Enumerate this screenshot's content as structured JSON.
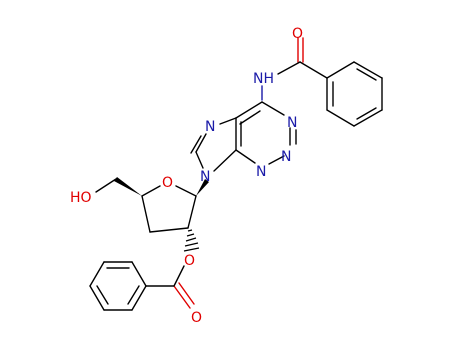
{
  "molecule": {
    "atom_labels": {
      "amide_o": "O",
      "nh": "NH",
      "n_c6": "N",
      "n1": "N",
      "n3": "N",
      "n7": "N",
      "n9": "N",
      "ring_o": "O",
      "ester_o_single": "O",
      "ester_o_double": "O",
      "ho": "HO"
    },
    "colors": {
      "nitrogen": "#1a1aa8",
      "oxygen": "#e00000",
      "carbon_bond": "#000000"
    }
  }
}
